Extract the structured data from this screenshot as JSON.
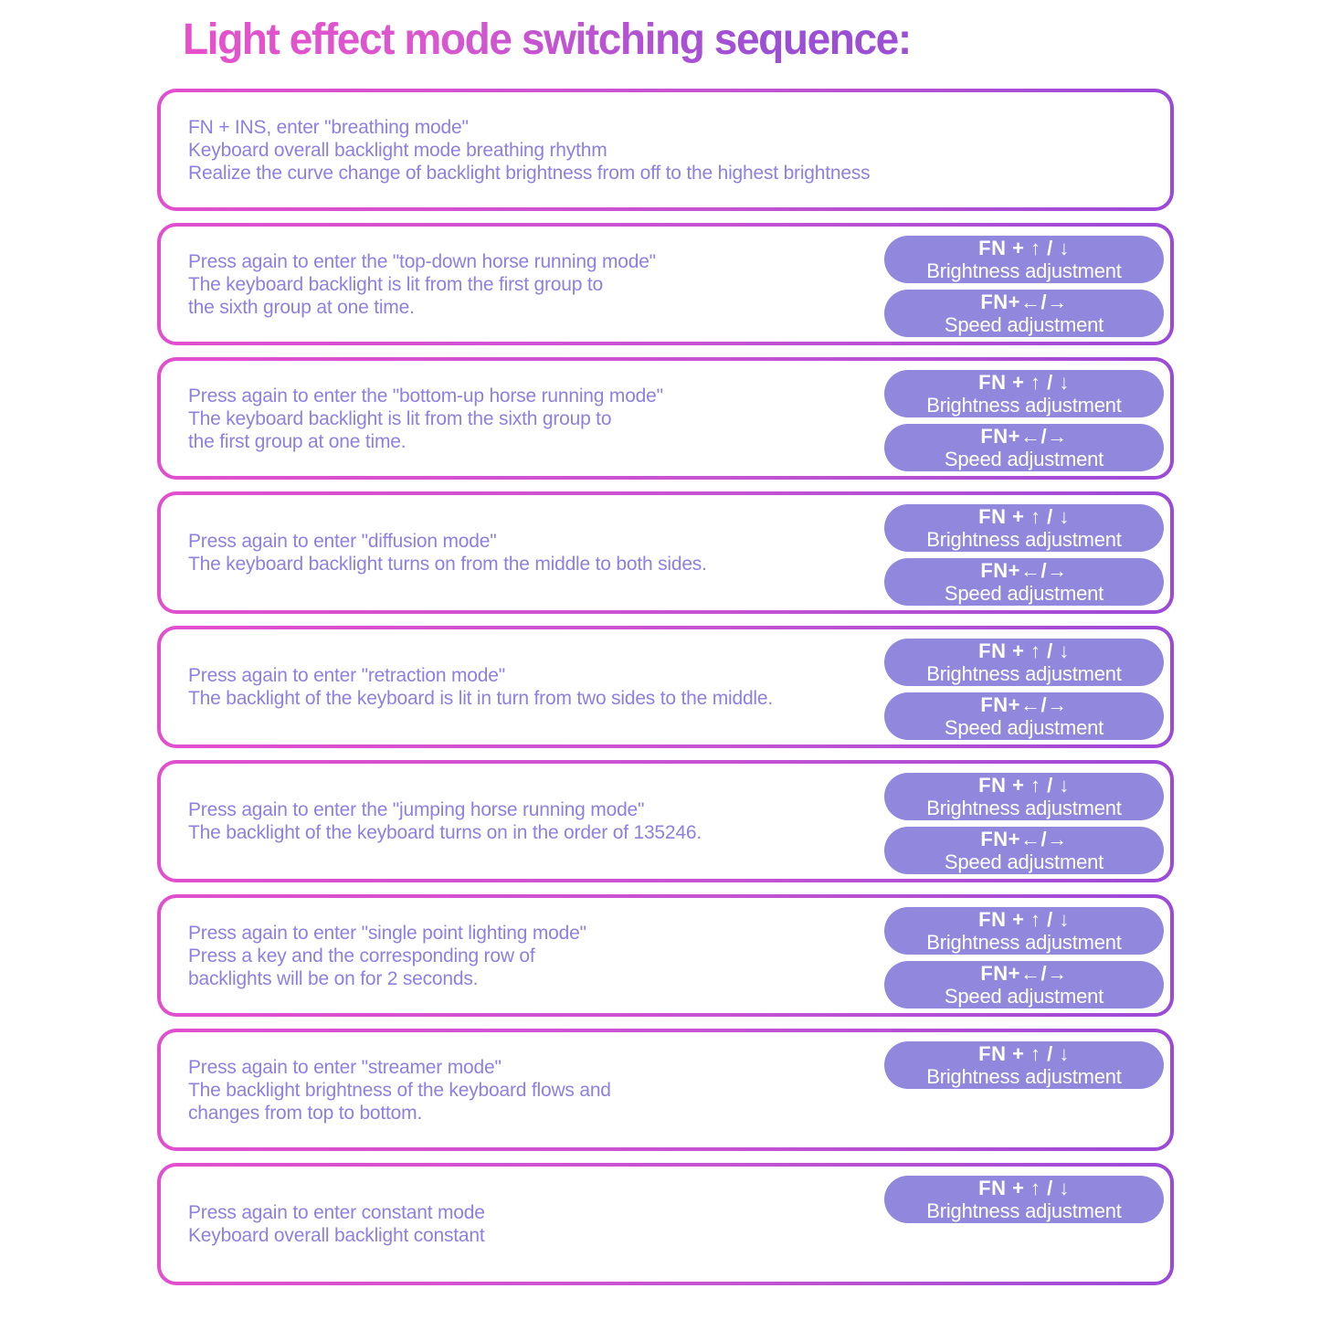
{
  "title": "Light effect mode switching sequence:",
  "colors": {
    "title_gradient_start": "#e750cb",
    "title_gradient_end": "#9b4fd4",
    "box_border_gradient_start": "#e24fce",
    "box_border_gradient_end": "#9b4ad7",
    "pill_background": "#9187dd",
    "pill_text": "#ffffff",
    "body_text": "#8d80e2",
    "page_background": "#ffffff"
  },
  "pills": {
    "brightness": {
      "keys": "FN + ↑ / ↓",
      "label": "Brightness adjustment"
    },
    "speed": {
      "keys": "FN+←/→",
      "label": "Speed adjustment"
    }
  },
  "modes": [
    {
      "lines": [
        "FN + INS, enter \"breathing mode\"",
        "Keyboard overall backlight mode breathing rhythm",
        "Realize the curve change of backlight brightness from off to the highest brightness"
      ]
    },
    {
      "lines": [
        "Press again to enter the \"top-down horse running mode\"",
        "The keyboard backlight is lit from the first group to",
        "the sixth group at one time."
      ]
    },
    {
      "lines": [
        "Press again to enter the \"bottom-up horse running mode\"",
        "The keyboard backlight is lit from the sixth group to",
        "the first group at one time."
      ]
    },
    {
      "lines": [
        "Press again to enter \"diffusion mode\"",
        "The keyboard backlight turns on from the middle to both sides."
      ]
    },
    {
      "lines": [
        "Press again to enter \"retraction mode\"",
        "The backlight of the keyboard is lit in turn from two sides to the middle."
      ]
    },
    {
      "lines": [
        "Press again to enter the \"jumping horse running mode\"",
        "The backlight of the keyboard turns on in the order of 135246."
      ]
    },
    {
      "lines": [
        "Press again to enter \"single point lighting mode\"",
        "Press a key and the corresponding row of",
        "backlights will be on for 2 seconds."
      ]
    },
    {
      "lines": [
        "Press again to enter \"streamer mode\"",
        "The backlight brightness of the keyboard flows and",
        "changes from top to bottom."
      ]
    },
    {
      "lines": [
        "Press again to enter constant mode",
        "Keyboard overall backlight constant"
      ]
    }
  ]
}
